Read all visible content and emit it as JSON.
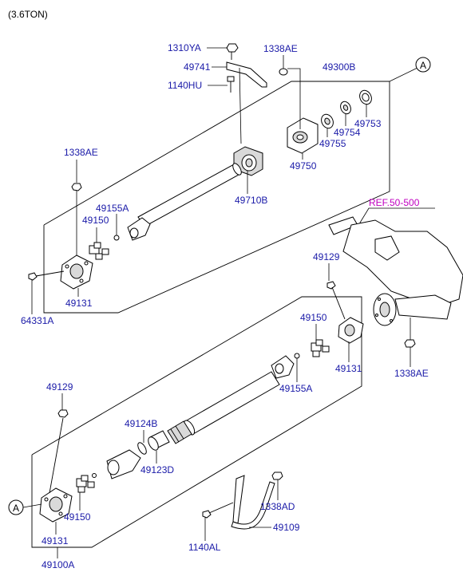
{
  "header": {
    "title": "(3.6TON)"
  },
  "reference": {
    "label": "REF.50-500",
    "color": "#c000c0"
  },
  "label_color": "#1a1aa8",
  "callouts": {
    "a_top": "A",
    "a_bottom": "A"
  },
  "parts": {
    "p1310YA": "1310YA",
    "p49741": "49741",
    "p1140HU": "1140HU",
    "p1338AE_top": "1338AE",
    "p49300B": "49300B",
    "p49753": "49753",
    "p49754": "49754",
    "p49755": "49755",
    "p49750": "49750",
    "p49710B": "49710B",
    "p1338AE_left": "1338AE",
    "p49155A_top": "49155A",
    "p49150_top": "49150",
    "p49131_top": "49131",
    "p64331A": "64331A",
    "p49129_right": "49129",
    "p49150_right": "49150",
    "p49131_right": "49131",
    "p1338AE_right": "1338AE",
    "p49155A_mid": "49155A",
    "p49129_left": "49129",
    "p49124B": "49124B",
    "p49123D": "49123D",
    "p49150_bottom": "49150",
    "p49131_bottom": "49131",
    "p1338AD": "1338AD",
    "p49109": "49109",
    "p1140AL": "1140AL",
    "p49100A": "49100A"
  }
}
